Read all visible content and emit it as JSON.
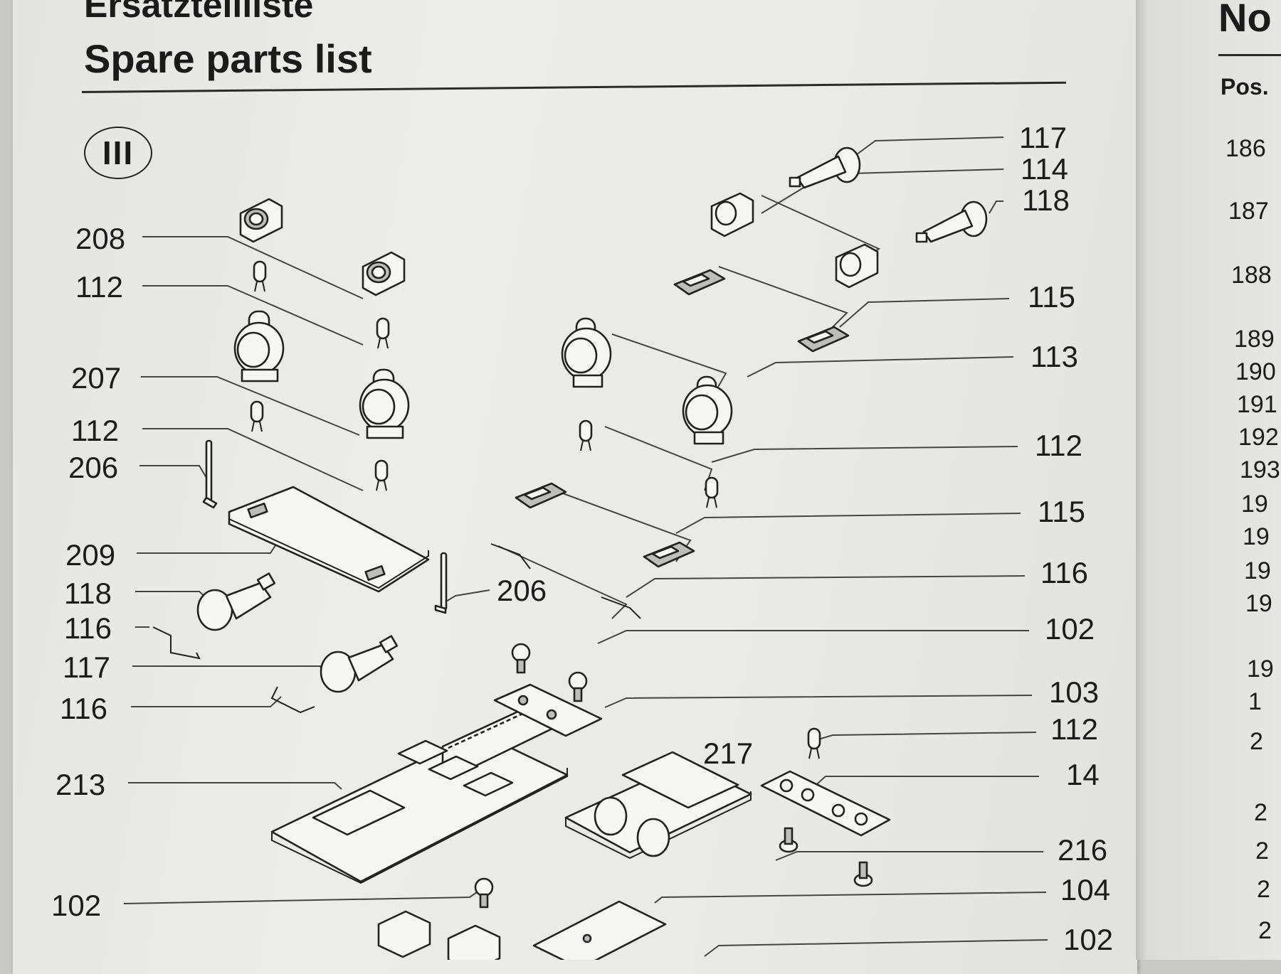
{
  "header": {
    "title_de": "Ersatzteilliste",
    "title_en": "Spare parts list",
    "section": "III"
  },
  "callouts_left": [
    "208",
    "112",
    "207",
    "112",
    "206",
    "209",
    "118",
    "116",
    "117",
    "116",
    "213",
    "102"
  ],
  "callouts_right": [
    "117",
    "114",
    "118",
    "115",
    "113",
    "112",
    "115",
    "116",
    "102",
    "103",
    "112",
    "14",
    "216",
    "104",
    "102"
  ],
  "callouts_mid": [
    "206",
    "217"
  ],
  "right_page": {
    "title": "No",
    "column_header": "Pos.",
    "numbers": [
      "186",
      "187",
      "188",
      "189",
      "190",
      "191",
      "192",
      "193",
      "19",
      "19",
      "19",
      "19",
      "19",
      "1",
      "2",
      "2",
      "2",
      "2",
      "2"
    ]
  }
}
